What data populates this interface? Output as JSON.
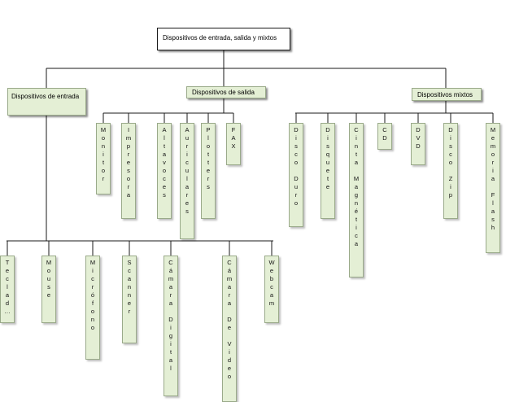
{
  "root": {
    "label": "Dispositivos de entrada, salida y mixtos"
  },
  "categories": {
    "input": {
      "label": "Dispositivos de entrada"
    },
    "output": {
      "label": "Dispositivos de salida"
    },
    "mixed": {
      "label": "Dispositivos mixtos"
    }
  },
  "output_devices": [
    {
      "id": "monitor",
      "label": "Monitor"
    },
    {
      "id": "impresora",
      "label": "Impresora"
    },
    {
      "id": "altavoces",
      "label": "Altavoces"
    },
    {
      "id": "auriculares",
      "label": "Auriculares"
    },
    {
      "id": "plotters",
      "label": "Plotters"
    },
    {
      "id": "fax",
      "label": "FAX"
    }
  ],
  "mixed_devices": [
    {
      "id": "disco-duro",
      "label": "Disco Duro"
    },
    {
      "id": "disquete",
      "label": "Disquete"
    },
    {
      "id": "cinta-magnetica",
      "label": "Cinta Magnética"
    },
    {
      "id": "cd",
      "label": "CD"
    },
    {
      "id": "dvd",
      "label": "DVD"
    },
    {
      "id": "disco-zip",
      "label": "Disco Zip"
    },
    {
      "id": "memoria-flash",
      "label": "Memoria Flash"
    }
  ],
  "input_devices": [
    {
      "id": "teclado",
      "label": "Teclad…"
    },
    {
      "id": "mouse",
      "label": "Mouse"
    },
    {
      "id": "microfono",
      "label": "Micrófono"
    },
    {
      "id": "scanner",
      "label": "Scanner"
    },
    {
      "id": "camara-digital",
      "label": "Cámara Digital"
    },
    {
      "id": "camara-de-video",
      "label": "Cámara De Video"
    },
    {
      "id": "webcam",
      "label": "Webcam"
    }
  ],
  "colors": {
    "node_fill": "#e4efd5",
    "node_border": "#9aaa8a",
    "line": "#1a1a1a",
    "root_fill": "#ffffff"
  }
}
